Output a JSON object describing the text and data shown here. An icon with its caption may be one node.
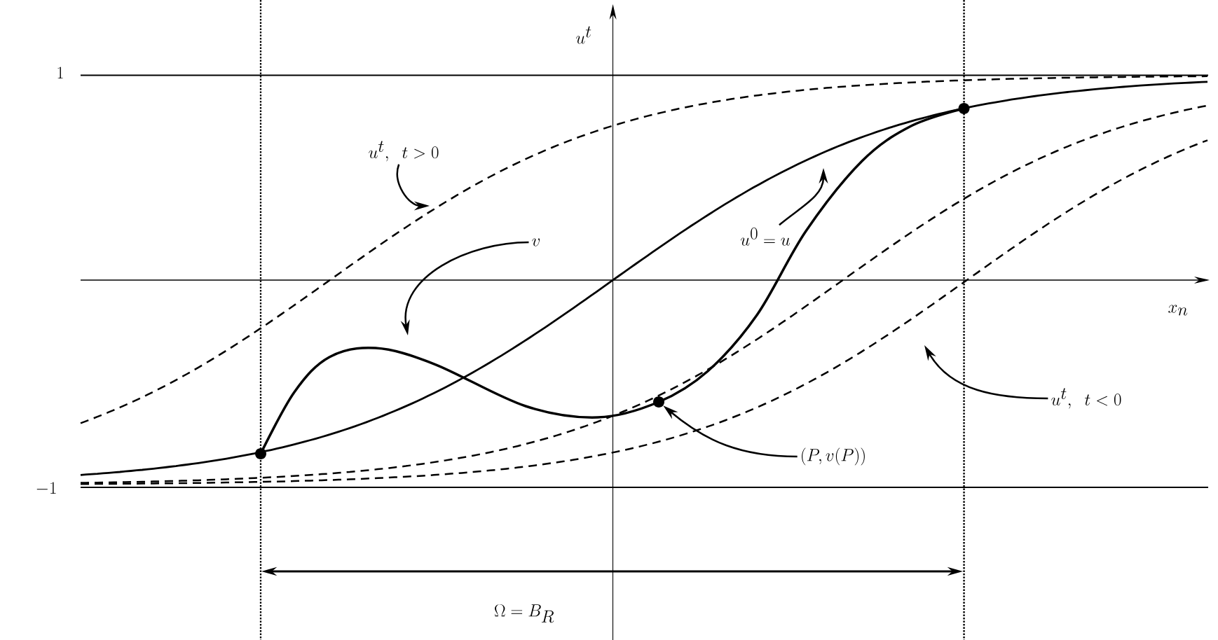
{
  "diagram": {
    "nodes": [
      {
        "text": [
          "u^t,\\;\\; t>0"
        ]
      },
      {
        "text": [
          "v"
        ]
      },
      {
        "text": [
          "u^0=u"
        ]
      },
      {
        "text": [
          "(P,v(P))"
        ]
      },
      {
        "text": [
          "u^t,\\;\\; t<0"
        ]
      },
      {
        "text": [],
        "shape": "circle"
      }
    ],
    "edges": [
      {
        "from": 0,
        "to": null,
        "arrow": "to"
      },
      {
        "from": 1,
        "to": null,
        "arrow": "to"
      },
      {
        "from": 2,
        "to": null,
        "arrow": "to"
      },
      {
        "from": 3,
        "to": 5,
        "arrow": "to"
      },
      {
        "from": 4,
        "to": null,
        "arrow": "to"
      }
    ],
    "labels": [
      "u^t",
      "1",
      "-1",
      "x_n",
      "\\Omega=B_R"
    ]
  }
}
